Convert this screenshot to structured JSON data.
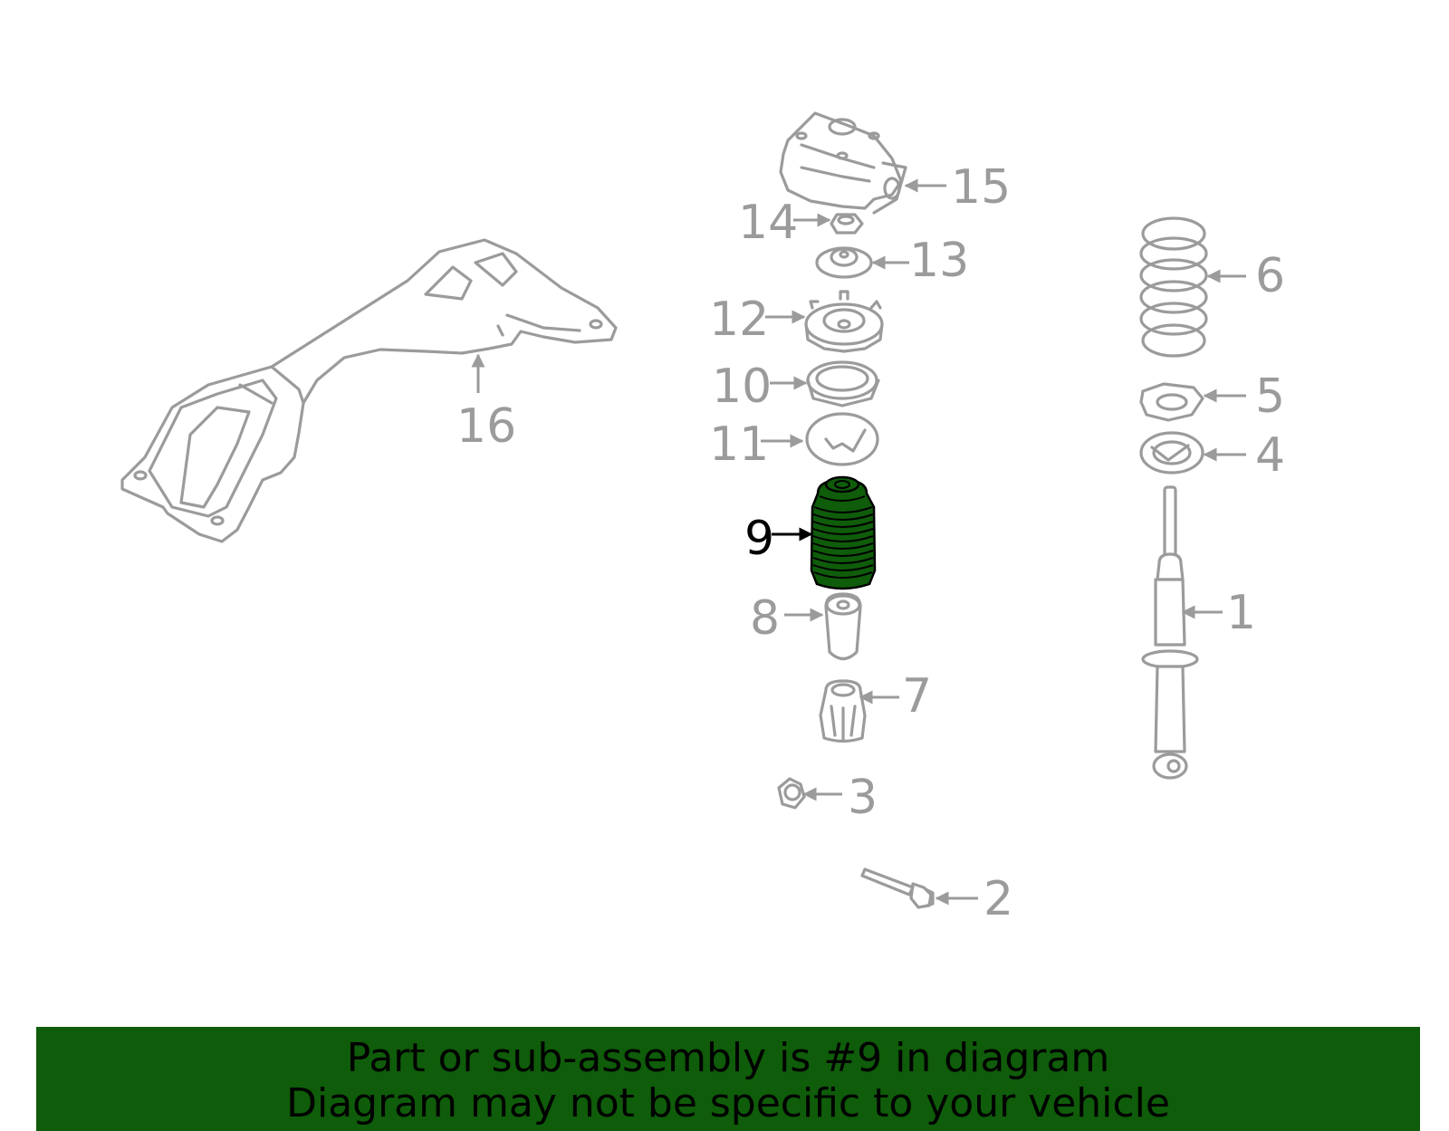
{
  "diagram": {
    "highlighted_part": "9",
    "highlight_color": "#0f5c0a",
    "callouts": [
      "1",
      "2",
      "3",
      "4",
      "5",
      "6",
      "7",
      "8",
      "9",
      "10",
      "11",
      "12",
      "13",
      "14",
      "15",
      "16"
    ]
  },
  "banner": {
    "line1": "Part or sub-assembly is #9 in diagram",
    "line2": "Diagram may not be specific to your vehicle",
    "background_color": "#0f5c0a"
  }
}
